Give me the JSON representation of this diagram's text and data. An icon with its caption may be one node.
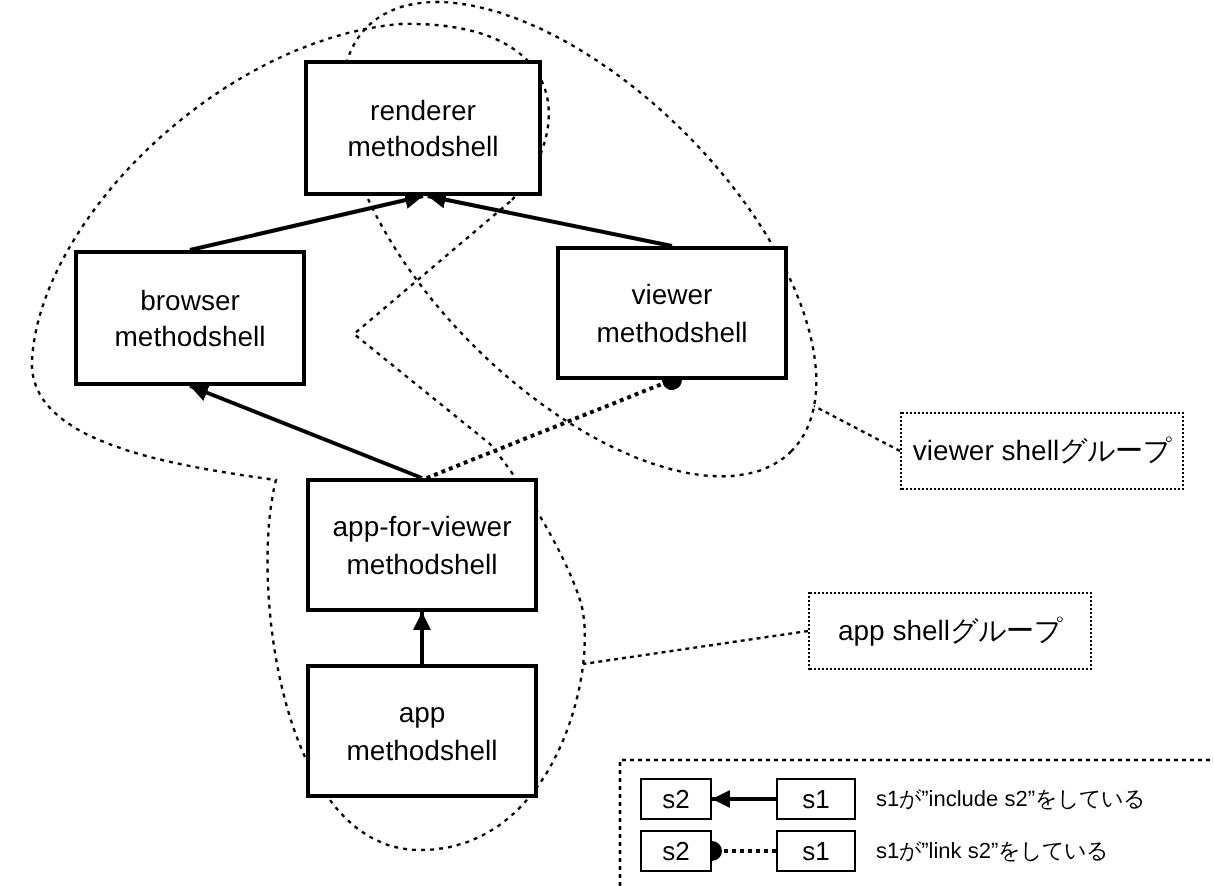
{
  "diagram": {
    "nodes": [
      {
        "text": [
          "renderer methodshell"
        ]
      },
      {
        "text": [
          "browser methodshell"
        ]
      },
      {
        "text": [
          "viewer methodshell"
        ]
      },
      {
        "text": [
          "app-for-viewer methodshell"
        ]
      },
      {
        "text": [
          "app methodshell"
        ]
      },
      {
        "text": [
          "viewer shellグループ"
        ]
      },
      {
        "text": [
          "app shellグループ"
        ]
      },
      {
        "text": [
          "s2"
        ]
      },
      {
        "text": [
          "s1"
        ]
      },
      {
        "text": [
          "s2"
        ]
      },
      {
        "text": [
          "s1"
        ]
      }
    ],
    "edges": [
      {
        "from": 1,
        "to": 0,
        "arrow": "to"
      },
      {
        "from": 2,
        "to": 0,
        "arrow": "to"
      },
      {
        "from": 3,
        "to": 1,
        "arrow": "to"
      },
      {
        "from": 4,
        "to": 3,
        "arrow": "to"
      },
      {
        "from": 3,
        "to": 2,
        "arrow": "other",
        "style": "dashed"
      },
      {
        "from": 5,
        "to": null,
        "arrow": "none",
        "style": "dashed"
      },
      {
        "from": 6,
        "to": null,
        "arrow": "none",
        "style": "dashed"
      },
      {
        "from": 8,
        "to": 7,
        "arrow": "to"
      },
      {
        "from": 10,
        "to": 9,
        "arrow": "other",
        "style": "dashed"
      }
    ],
    "legend": [
      {
        "text": "s1が”include s2”をしている"
      },
      {
        "text": "s1が”link s2”をしている"
      }
    ]
  }
}
